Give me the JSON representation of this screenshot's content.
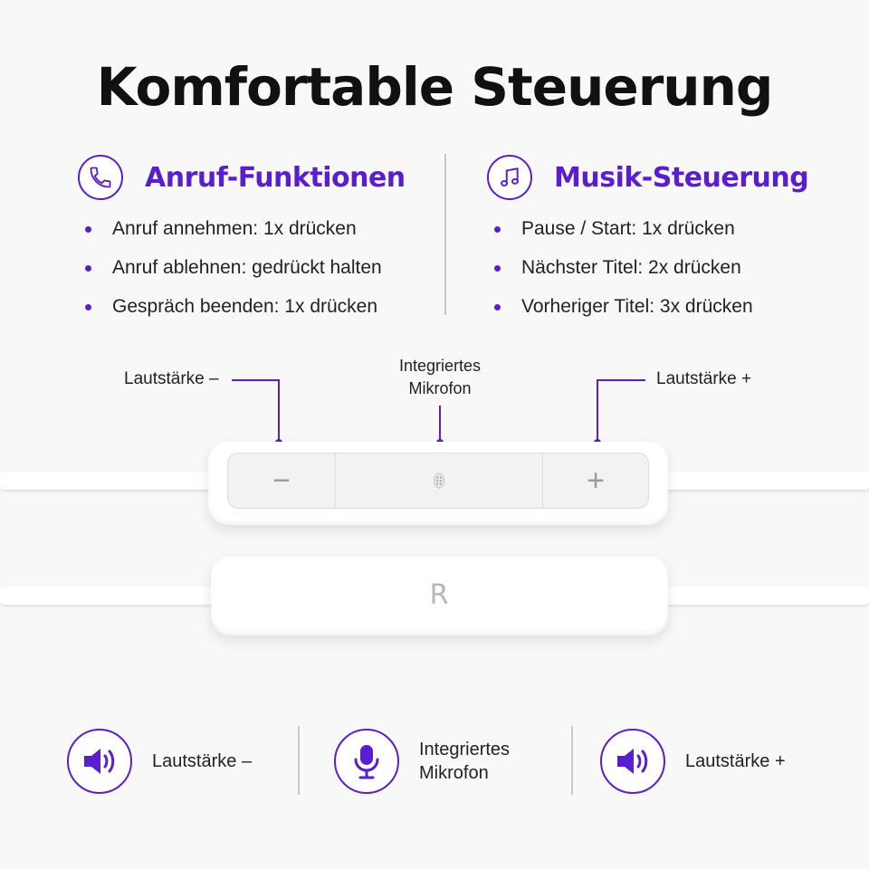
{
  "title": "Komfortable Steuerung",
  "sections": [
    {
      "icon": "phone-icon",
      "heading": "Anruf-Funktionen",
      "items": [
        "Anruf annehmen: 1x drücken",
        "Anruf ablehnen: gedrückt halten",
        "Gespräch beenden: 1x drücken"
      ]
    },
    {
      "icon": "music-note-icon",
      "heading": "Musik-Steuerung",
      "items": [
        "Pause / Start: 1x drücken",
        "Nächster Titel: 2x drücken",
        "Vorheriger Titel: 3x drücken"
      ]
    }
  ],
  "callouts": {
    "volume_down": "Lautstärke –",
    "microphone": "Integriertes\nMikrofon",
    "volume_up": "Lautstärke +"
  },
  "remote": {
    "minus": "−",
    "plus": "+",
    "logo": "R"
  },
  "bottom": [
    {
      "icon": "speaker-icon",
      "label": "Lautstärke –"
    },
    {
      "icon": "microphone-icon",
      "label": "Integriertes\nMikrofon"
    },
    {
      "icon": "speaker-icon",
      "label": "Lautstärke +"
    }
  ],
  "colors": {
    "accent": "#5b1ecf",
    "text": "#1a1a1a",
    "background": "#f8f8f9"
  }
}
